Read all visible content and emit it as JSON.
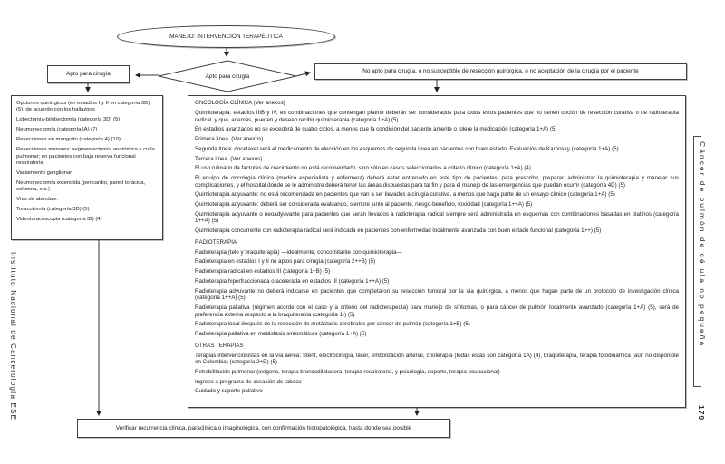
{
  "page": {
    "left_margin_text": "Instituto Nacional de Cancerología ESE",
    "right_margin_text": "Cáncer de pulmón de célula no pequeña",
    "page_number": "179"
  },
  "fc": {
    "start": "MANEJO: INTERVENCIÓN TERAPÉUTICA",
    "decision": "Apto para cirugía",
    "yes_box": "Apto para cirugía",
    "no_box": "No apto para cirugía, o no susceptible de resección quirúrgica, o no aceptación de la cirugía por el paciente",
    "options": {
      "items": [
        "Opciones quirúrgicas (en estadios I y II en categoría 3D) (5), de acuerdo con los hallazgos",
        "Lobectomía-bilobectomía (categoría 3D) (5)",
        "Neumonectomía (categoría IA) (7)",
        "Resecciones en manguito (categoría 4) (10)",
        "Resecciones menores: segmentectomía anatómica y cuña pulmonar; en pacientes con baja reserva funcional respiratoria",
        "Vaciamiento ganglionar",
        "Neumonectomía extendida (pericardio, pared torácica, columna, etc.)",
        "Vías de abordaje:",
        "Toracotomía (categoría 3D) (5)",
        "Videotoracoscopia (categoría IB) (4)"
      ]
    },
    "oncology": {
      "title": "ONCOLOGÍA CLÍNICA (Ver anexos)",
      "items": [
        "Quimioterapia: estadios IIIB y IV, en combinaciones que contengan platino deberán ser considerados para todos estos pacientes que no tienen opción de resección curativa o de radioterapia radical, y que, además, pueden y desean recibir quimioterapia (categoría 1+A) (5)",
        "En estadios avanzados no se excederá de cuatro ciclos, a menos que la condición del paciente amerite o tolere la medicación (categoría 1+A) (5)",
        "Primera línea. (Ver anexos)",
        "Segunda línea: docetaxel será el medicamento de elección en los esquemas de segunda línea en pacientes con buen estado. Evaluación de Karnosky (categoría 1+A) (5)",
        "Tercera línea. (Ver anexos)",
        "El uso rutinario de factores de crecimiento no está recomendado, sino sólo en casos seleccionados a criterio clínico (categoría 1+A) (4)",
        "El equipo de oncología clínica (médico especialista y enfermera) deberá estar entrenado en este tipo de pacientes, para prescribir, preparar, administrar la quimioterapia y manejar sus complicaciones, y el hospital donde se le administre deberá tener las áreas dispuestas para tal fin y para el manejo de las emergencias que puedan ocurrir (categoría 4D) (5)",
        "Quimioterapia adyuvante: no está recomendada en pacientes que van a ser llevados a cirugía curativa, a menos que haga parte de un ensayo clínico (categoría 1+A) (5)",
        "Quimioterapia adyuvante: deberá ser considerada evaluando, siempre junto al paciente, riesgo-beneficio, toxicidad (categoría 1++A) (5)",
        "Quimioterapia adyuvante o neoadyuvante para pacientes que serán llevados a radioterapia radical siempre será administrada en esquemas con combinaciones basadas en platinos (categoría 1++A) (5)",
        "Quimioterapia concurrente con radioterapia radical será indicada en pacientes con enfermedad localmente avanzada con buen estado funcional (categoría 1++) (5)"
      ]
    },
    "radiotherapy": {
      "title": "RADIOTERAPIA",
      "items": [
        "Radioterapia (tele y braquiterapia) —idealmente, concomitante con quimioterapia—",
        "Radioterapia en estadios I y II no aptos para cirugía (categoría 2++B) (5)",
        "Radioterapia radical en estadios III (categoría 1+B) (5)",
        "Radioterapia hiperfraccionada o acelerada en estadios III (categoría 1++A) (5)",
        "Radioterapia adyuvante no deberá indicarse en pacientes que completaron su resección tumoral por la vía quirúrgica, a menos que hagan parte de un protocolo de investigación clínica (categoría 1++A) (5)",
        "Radioterapia paliativa (régimen acorde con el caso y a criterio del radioterapeuta) para manejo de síntomas, o para cáncer de pulmón localmente avanzado (categoría 1+A) (5), será de preferencia externa respecto a la braquiterapia (categoría 1-) (5)",
        "Radioterapia local después de la resección de metástasis cerebrales por cáncer de pulmón (categoría 1+B) (5)",
        "Radioterapia paliativa en metástasis sintomáticas (categoría 1+A) (5)"
      ]
    },
    "other": {
      "title": "OTRAS TERAPIAS",
      "items": [
        "Terapias intervencionistas en la vía aérea: Stent, electrocirugía, láser, embolización arterial, crioterapia (todas estas son categoría 1A) (4), braquiterapia, terapia fotodinámica (aún no disponible en Colombia) (categoría 2+D) (5)",
        "Rehabilitación pulmonar (oxígeno, terapia broncodilatadora, terapia respiratoria, y psicología, soporte, terapia ocupacional)",
        "Ingreso a programa de cesación de tabaco",
        "Cuidado y soporte paliativo"
      ]
    },
    "followup": "Verificar recurrencia clínica, paraclínica o imaginológica, con confirmación histopatológica, hasta donde sea posible"
  }
}
